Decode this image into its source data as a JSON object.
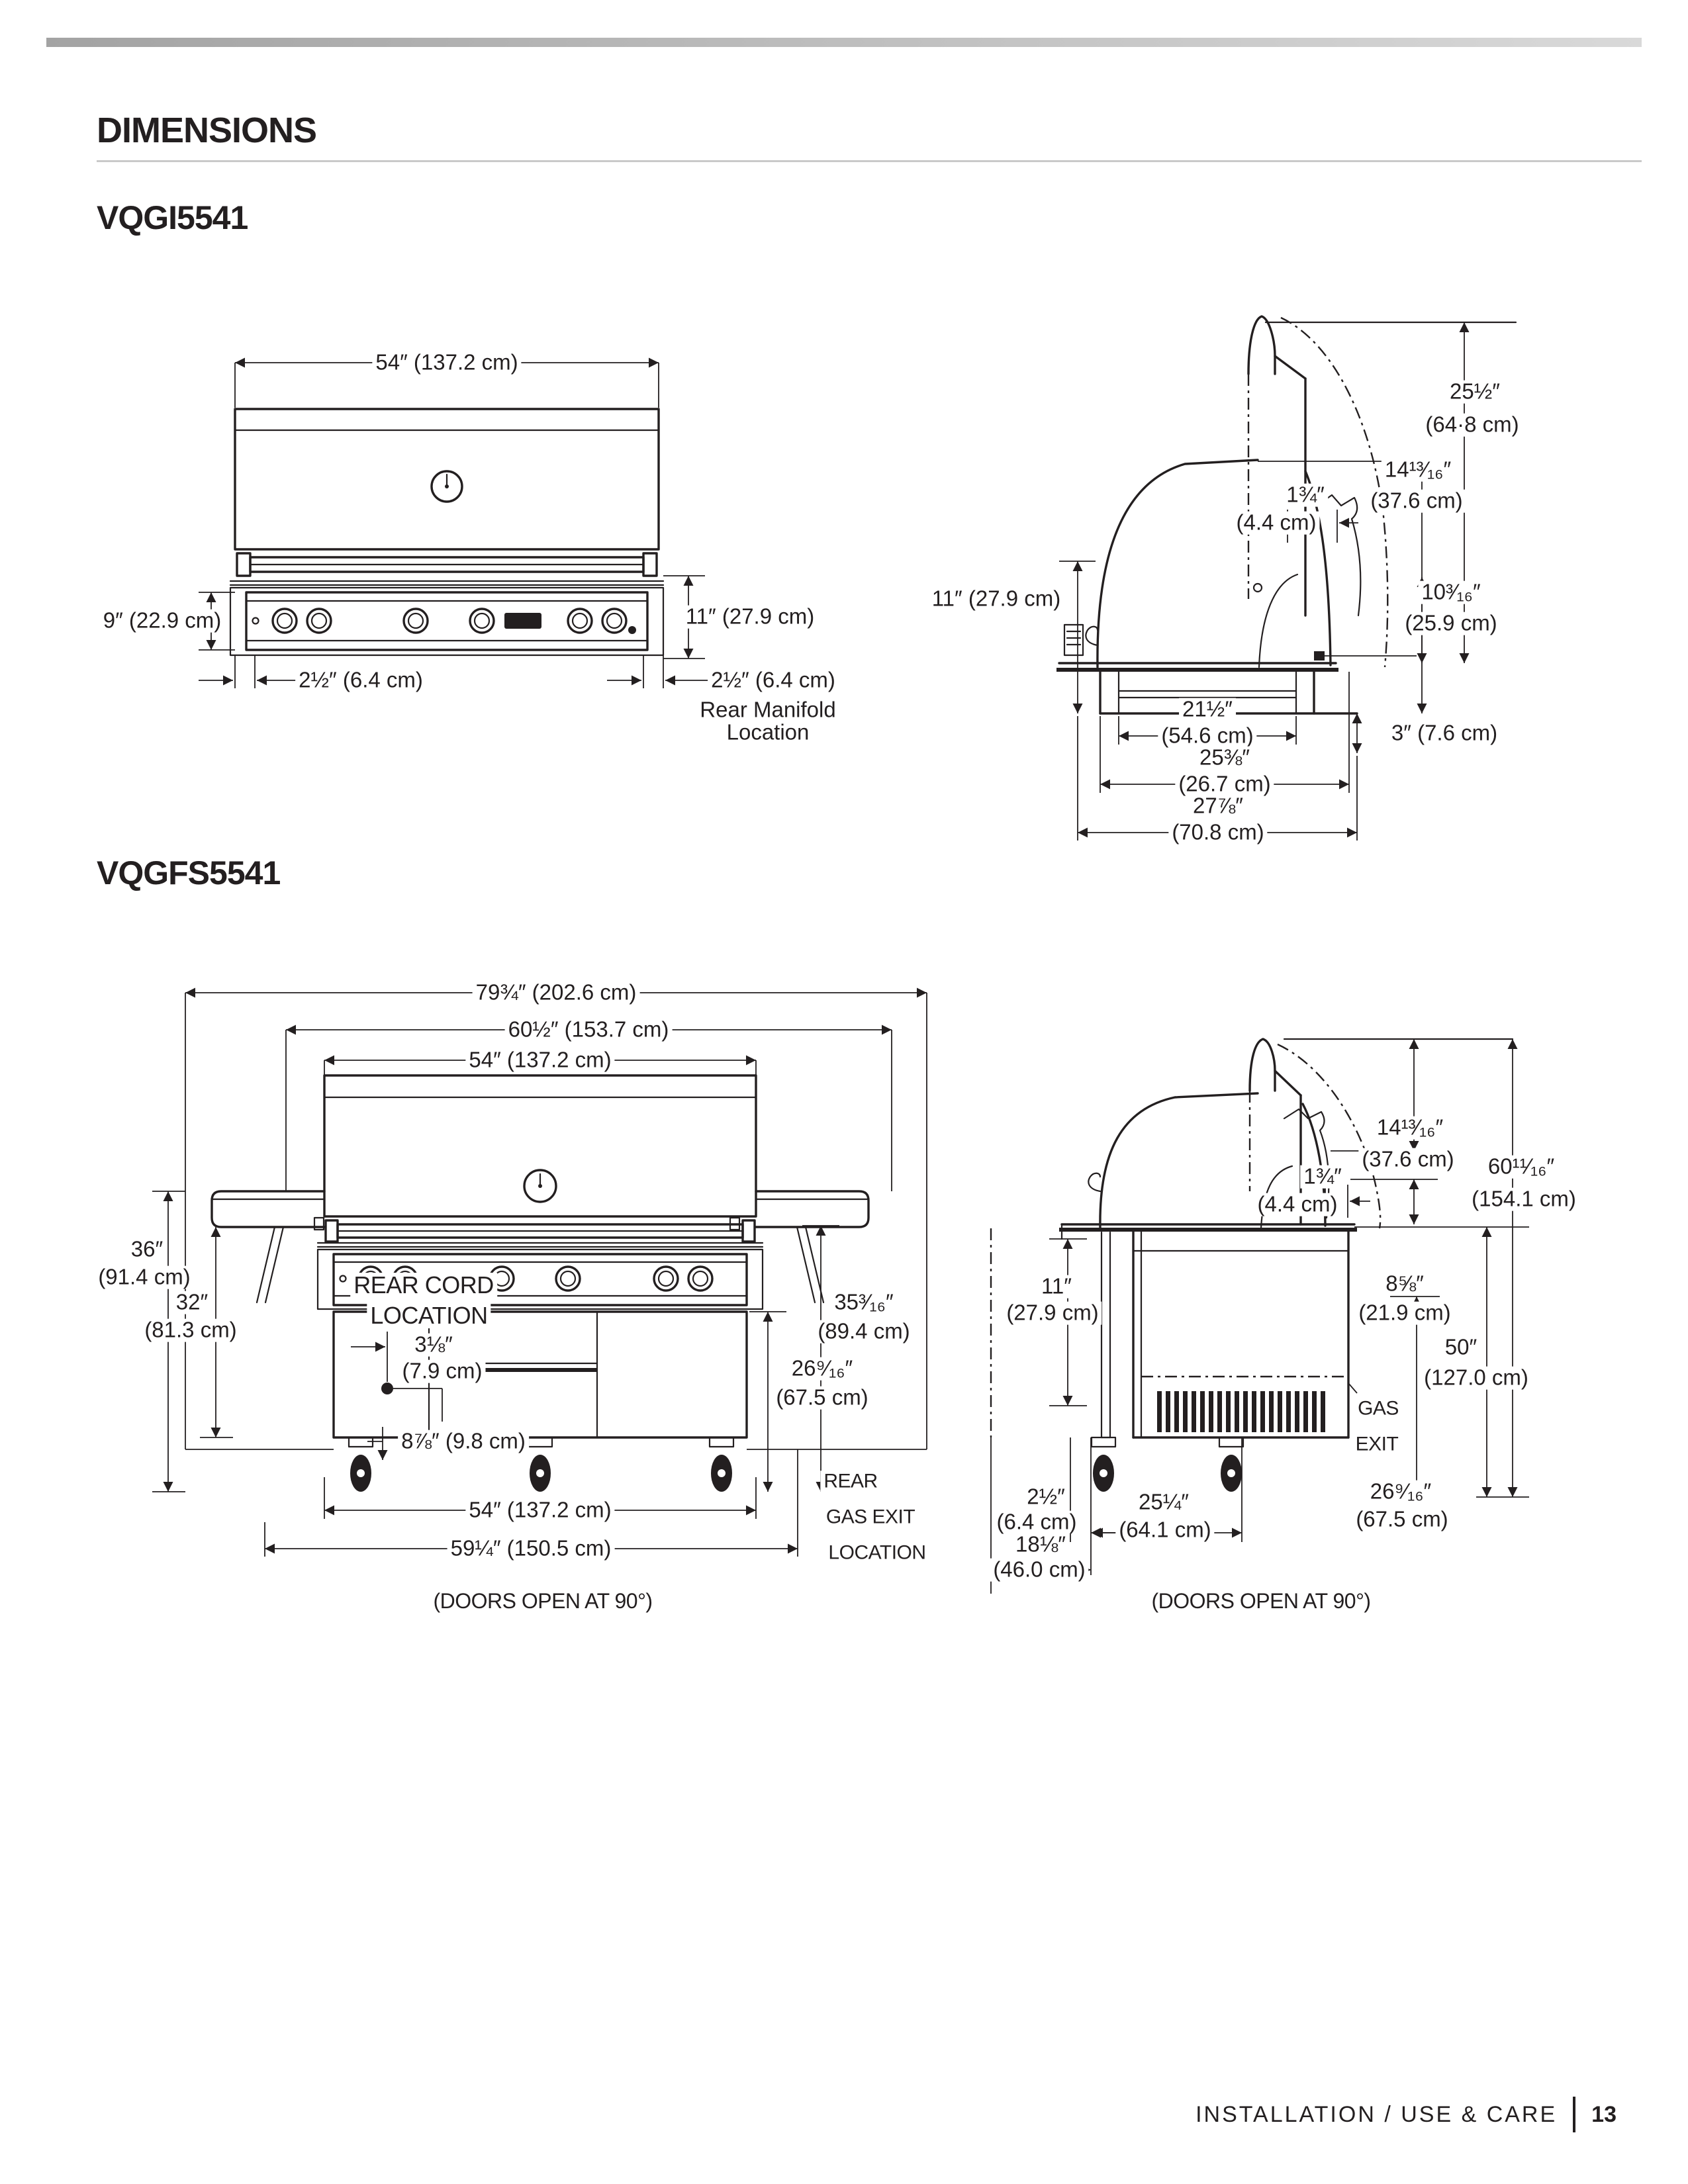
{
  "page": {
    "title": "DIMENSIONS",
    "footer_text": "INSTALLATION / USE & CARE",
    "page_number": "13"
  },
  "models": {
    "vqgi5541": {
      "name": "VQGI5541",
      "front": {
        "width_top": "54″ (137.2 cm)",
        "height_left": "9″ (22.9 cm)",
        "height_right": "11″ (27.9 cm)",
        "inset_left": "2½″ (6.4 cm)",
        "inset_right": "2½″ (6.4 cm)",
        "rear_manifold_1": "Rear Manifold",
        "rear_manifold_2": "Location"
      },
      "side": {
        "open_height_in": "25½″",
        "open_height_cm": "(64·8 cm)",
        "lid_height_in": "14¹³⁄₁₆″",
        "lid_height_cm": "(37.6 cm)",
        "lid_offset_in": "1¾″",
        "lid_offset_cm": "(4.4 cm)",
        "cutout_height": "11″ (27.9 cm)",
        "box_height_in": "10³⁄₁₆″",
        "box_height_cm": "(25.9 cm)",
        "rear_gap": "3″ (7.6 cm)",
        "depth_grill_in": "21½″",
        "depth_grill_cm": "(54.6 cm)",
        "depth_mid_in": "25⅜″",
        "depth_mid_cm": "(26.7 cm)",
        "depth_total_in": "27⅞″",
        "depth_total_cm": "(70.8 cm)"
      }
    },
    "vqgfs5541": {
      "name": "VQGFS5541",
      "front": {
        "width_doors_open": "79¾″ (202.6 cm)",
        "width_shelves": "60½″ (153.7 cm)",
        "width_grill_top": "54″ (137.2 cm)",
        "height_caster_in": "36″",
        "height_caster_cm": "(91.4 cm)",
        "height_cart_in": "32″",
        "height_cart_cm": "(81.3 cm)",
        "rear_cord_1": "REAR CORD",
        "rear_cord_2": "LOCATION",
        "cord_offset_in": "3⅛″",
        "cord_offset_cm": "(7.9 cm)",
        "caster_offset": "8⅞″ (9.8 cm)",
        "height_shelf_in": "35³⁄₁₆″",
        "height_shelf_cm": "(89.4 cm)",
        "height_door_in": "26⁹⁄₁₆″",
        "height_door_cm": "(67.5 cm)",
        "width_grill_bottom": "54″ (137.2 cm)",
        "width_cart": "59¼″ (150.5 cm)",
        "rear_gas_1": "REAR",
        "rear_gas_2": "GAS EXIT",
        "rear_gas_3": "LOCATION",
        "caption": "(DOORS OPEN AT 90°)"
      },
      "side": {
        "lid_height_in": "14¹³⁄₁₆″",
        "lid_height_cm": "(37.6 cm)",
        "lid_offset_in": "1¾″",
        "lid_offset_cm": "(4.4 cm)",
        "cutout_height_in": "11″",
        "cutout_height_cm": "(27.9 cm)",
        "hood_rise_in": "8⅝″",
        "hood_rise_cm": "(21.9 cm)",
        "total_height_in": "60¹¹⁄₁₆″",
        "total_height_cm": "(154.1 cm)",
        "cart_height_in": "50″",
        "cart_height_cm": "(127.0 cm)",
        "gas_exit_1": "GAS",
        "gas_exit_2": "EXIT",
        "door_height_in": "26⁹⁄₁₆″",
        "door_height_cm": "(67.5 cm)",
        "door_thickness_in": "2½″",
        "door_thickness_cm": "(6.4 cm)",
        "cart_depth_in": "25¼″",
        "cart_depth_cm": "(64.1 cm)",
        "door_swing_in": "18⅛″",
        "door_swing_cm": "(46.0 cm)",
        "caption": "(DOORS OPEN AT 90°)"
      }
    }
  }
}
